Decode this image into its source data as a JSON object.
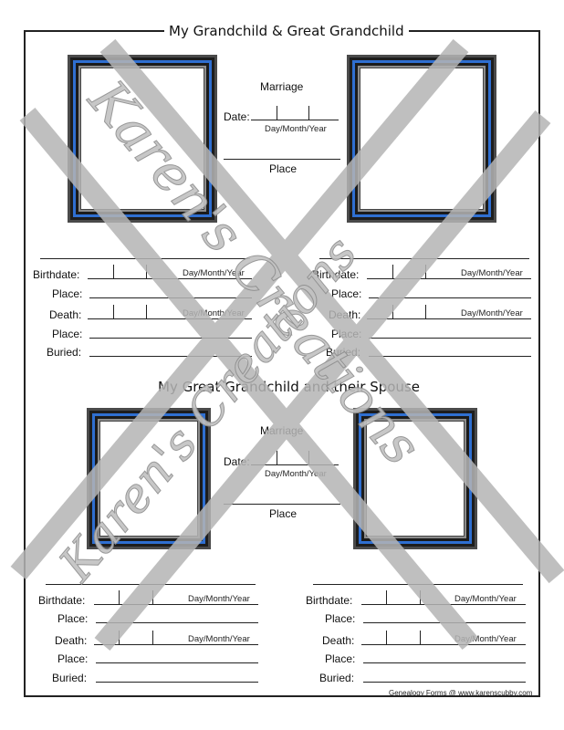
{
  "titles": {
    "top": "My Grandchild & Great Grandchild",
    "bottom": "My Great Grandchild and their Spouse"
  },
  "marriage": {
    "heading": "Marriage",
    "date_label": "Date:",
    "date_format": "Day/Month/Year",
    "place_label": "Place"
  },
  "person_fields": {
    "birthdate": "Birthdate:",
    "place": "Place:",
    "death": "Death:",
    "buried": "Buried:",
    "date_format": "Day/Month/Year"
  },
  "watermark_text": "Karen's Creations",
  "credit": "Genealogy Forms @ www.karenscubby.com",
  "colors": {
    "frame_blue": "#2f6fd1",
    "frame_dark": "#1d1d1d",
    "watermark": "#b5b5b5"
  }
}
